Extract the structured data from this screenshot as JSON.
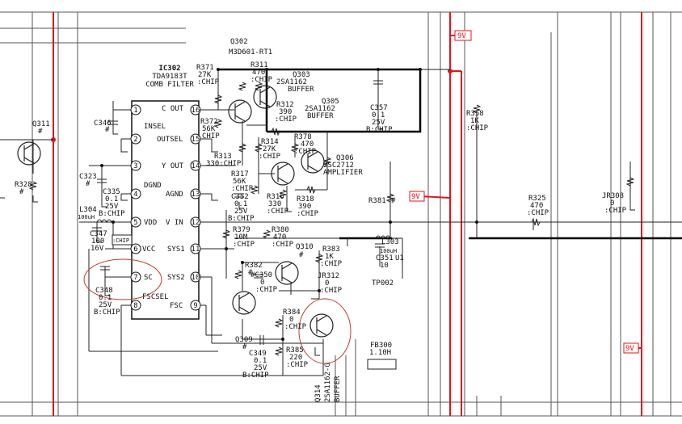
{
  "ic": {
    "ref": "IC302",
    "part": "TDA9183T",
    "func": "COMB FILTER",
    "pins": [
      {
        "n": "1",
        "name": "INSEL"
      },
      {
        "n": "2",
        "name": ""
      },
      {
        "n": "3",
        "name": "DGND"
      },
      {
        "n": "4",
        "name": ""
      },
      {
        "n": "5",
        "name": "VDD"
      },
      {
        "n": "6",
        "name": "VCC"
      },
      {
        "n": "7",
        "name": "SC"
      },
      {
        "n": "8",
        "name": "FSCSEL"
      },
      {
        "n": "16",
        "name": "C OUT"
      },
      {
        "n": "15",
        "name": "OUTSEL"
      },
      {
        "n": "14",
        "name": "Y OUT"
      },
      {
        "n": "13",
        "name": "AGND"
      },
      {
        "n": "12",
        "name": "V IN"
      },
      {
        "n": "11",
        "name": "SYS1"
      },
      {
        "n": "10",
        "name": "SYS2"
      },
      {
        "n": "9",
        "name": "FSC"
      }
    ]
  },
  "transistors": {
    "q302": {
      "ref": "Q302",
      "part": "M3D601-RT1"
    },
    "q303": {
      "ref": "Q303",
      "part": "2SA1162",
      "func": "BUFFER"
    },
    "q305": {
      "ref": "Q305",
      "part": "2SA1162",
      "func": "BUFFER"
    },
    "q306": {
      "ref": "Q306",
      "part": "2SC2712",
      "func": "AMPLIFIER"
    },
    "q310": {
      "ref": "Q310",
      "part": "#"
    },
    "q311": {
      "ref": "Q311",
      "part": "#"
    },
    "q309": {
      "ref": "Q309",
      "part": "#"
    },
    "q314": {
      "ref": "Q314",
      "part": "2SA1162-G",
      "func": "BUFFER"
    }
  },
  "resistors": {
    "r371": {
      "ref": "R371",
      "val": "27K",
      "type": ":CHIP"
    },
    "r311": {
      "ref": "R311",
      "val": "470",
      "type": ":CHIP"
    },
    "r312": {
      "ref": "R312",
      "val": "390",
      "type": ":CHIP"
    },
    "r372": {
      "ref": "R372",
      "val": "56K",
      "type": "CHIP"
    },
    "r313": {
      "ref": "R313",
      "val": "330:CHIP"
    },
    "r314": {
      "ref": "R314",
      "val": "27K",
      "type": ":CHIP"
    },
    "r378": {
      "ref": "R378",
      "val": "470",
      "type": ":CHIP"
    },
    "r317": {
      "ref": "R317",
      "val": "56K",
      "type": ":CHIP"
    },
    "r316": {
      "ref": "R316",
      "val": "330",
      "type": ":CHIP"
    },
    "r318": {
      "ref": "R318",
      "val": "390",
      "type": ":CHIP"
    },
    "r379": {
      "ref": "R379",
      "val": "10M",
      "type": ":CHIP"
    },
    "r380": {
      "ref": "R380",
      "val": "470",
      "type": ":CHIP"
    },
    "r382": {
      "ref": "R382",
      "val": "#"
    },
    "r383": {
      "ref": "R383",
      "val": "1K",
      "type": ":CHIP"
    },
    "r384": {
      "ref": "R384",
      "val": "0",
      "type": ":CHIP"
    },
    "r385": {
      "ref": "R385",
      "val": "220",
      "type": ":CHIP"
    },
    "r358": {
      "ref": "R358",
      "val": "1K",
      "type": ":CHIP"
    },
    "r381": {
      "ref": "R381",
      "val": "#"
    },
    "r325": {
      "ref": "R325",
      "val": "470",
      "type": ":CHIP"
    },
    "r328": {
      "ref": "R328",
      "val": "#"
    },
    "jr308": {
      "ref": "JR308",
      "val": "0",
      "type": ":CHIP"
    },
    "jr312": {
      "ref": "JR312",
      "val": "0",
      "type": ":CHIP"
    }
  },
  "capacitors": {
    "c346": {
      "ref": "C346",
      "val": "#"
    },
    "c323": {
      "ref": "C323",
      "val": "#"
    },
    "c335": {
      "ref": "C335",
      "v1": "0.1",
      "v2": "25V",
      "type": "B:CHIP"
    },
    "c347": {
      "ref": "C347",
      "v1": "100",
      "v2": "16V"
    },
    "c348": {
      "ref": "C348",
      "v1": "0.1",
      "v2": "25V",
      "type": "B:CHIP"
    },
    "c352": {
      "ref": "C352",
      "v1": "0.1",
      "v2": "25V",
      "type": "B:CHIP"
    },
    "c350": {
      "ref": "#C350",
      "v1": "0",
      "type": ":CHIP"
    },
    "c349": {
      "ref": "C349",
      "v1": "0.1",
      "v2": "25V",
      "type": "B:CHIP"
    },
    "c357": {
      "ref": "C357",
      "v1": "0.1",
      "v2": "25V",
      "type": "B:CHIP"
    },
    "c351": {
      "ref": "C351",
      "v1": "10",
      "extra": "U1"
    }
  },
  "inductors": {
    "l304": {
      "ref": "L304",
      "val": "100uH"
    },
    "l303": {
      "ref": "L303",
      "val": "100uH"
    },
    "fb300": {
      "ref": "FB300",
      "val": "1.10H"
    }
  },
  "misc": {
    "tp002": "TP002",
    "chip_box": ":CHIP",
    "v9_tag": "9V"
  },
  "colors": {
    "rail": "#e0151b",
    "wire": "#222222",
    "highlight": "#c0392b"
  }
}
